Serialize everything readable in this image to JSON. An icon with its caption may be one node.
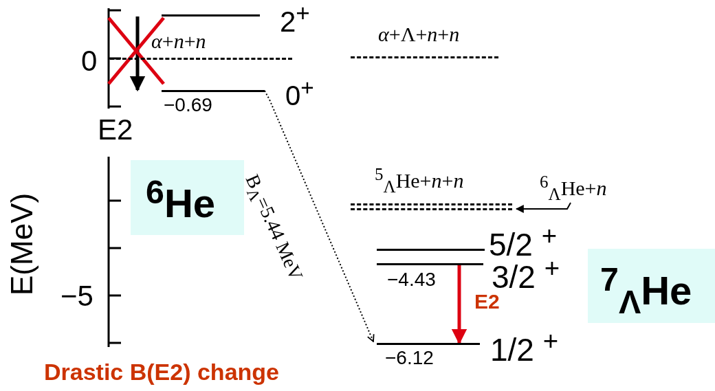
{
  "diagram": {
    "nodes": [
      {
        "text": [
          "2$^{+}$"
        ]
      },
      {
        "text": [
          "*α*+*n*+*n*"
        ]
      },
      {
        "text": [
          "−0.69",
          "0$^{+}$"
        ]
      },
      {
        "text": [
          "*α*+Λ+*n*+*n*"
        ]
      },
      {
        "text": [
          "$^{5}$$_{Λ}$He+*n*+*n*"
        ]
      },
      {
        "text": [
          "$^{6}$$_{Λ}$He+*n*"
        ]
      },
      {
        "text": [
          "5/2 $^{+}$"
        ]
      },
      {
        "text": [
          "−4.43",
          "3/2 $^{+}$"
        ]
      },
      {
        "text": [
          "−6.12",
          "1/2 $^{+}$"
        ]
      },
      {
        "text": [
          "$^{6}$He"
        ]
      },
      {
        "text": [
          "$^{7}$$_{Λ}$He"
        ]
      }
    ],
    "edges": [
      {
        "from": 0,
        "to": 2,
        "arrow": "to",
        "label": "E2",
        "style": "thick",
        "color": "#000000"
      },
      {
        "from": 2,
        "to": 8,
        "arrow": "to",
        "label": "B$_{Λ}$=5.44 MeV",
        "style": "dashed"
      },
      {
        "from": 5,
        "to": 4,
        "arrow": "to"
      },
      {
        "from": 7,
        "to": 8,
        "arrow": "to",
        "label": "E2",
        "style": "thick",
        "color": "#dd0011"
      }
    ],
    "labels": [
      "0",
      "−5",
      "E(MeV)",
      "Drastic B(E2) change"
    ]
  }
}
